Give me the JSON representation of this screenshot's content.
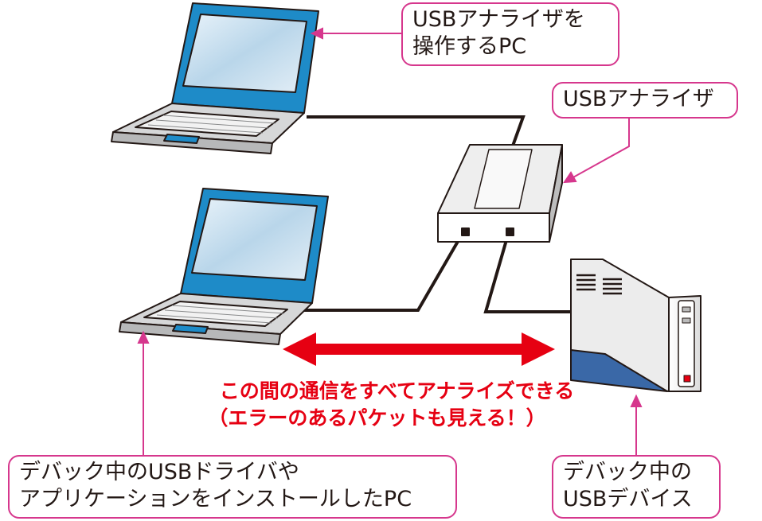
{
  "colors": {
    "callout_border": "#d6378d",
    "highlight_red": "#e60012",
    "laptop_blue": "#1e8bc8",
    "cable": "#231815"
  },
  "callouts": {
    "analyzer_pc": {
      "line1": "USBアナライザを",
      "line2": "操作するPC"
    },
    "analyzer": {
      "label": "USBアナライザ"
    },
    "debug_pc": {
      "line1": "デバック中のUSBドライバや",
      "line2": "アプリケーションをインストールしたPC"
    },
    "device": {
      "line1": "デバック中の",
      "line2": "USBデバイス"
    }
  },
  "note": {
    "line1": "この間の通信をすべてアナライズできる",
    "line2": "（エラーのあるパケットも見える！）"
  }
}
